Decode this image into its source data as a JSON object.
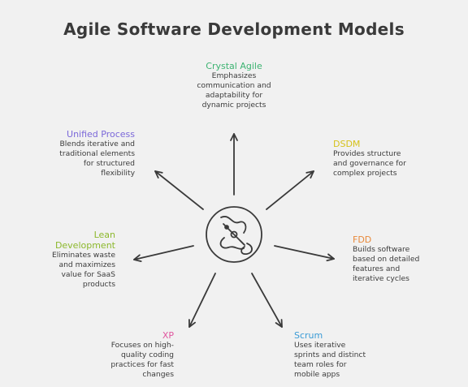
{
  "title": "Agile Software Development Models",
  "colors": {
    "background": "#f1f1f1",
    "stroke": "#3a3a3a",
    "crystal": "#3cb371",
    "dsdm": "#d6c21b",
    "fdd": "#e8893a",
    "scrum": "#3a9bd6",
    "xp": "#e0569f",
    "lean": "#8cb82c",
    "unified": "#7b68d9"
  },
  "center_icon": "workflow-icon",
  "models": {
    "crystal": {
      "title": "Crystal Agile",
      "desc": [
        "Emphasizes",
        "communication and",
        "adaptability for",
        "dynamic projects"
      ]
    },
    "dsdm": {
      "title": "DSDM",
      "desc": [
        "Provides structure",
        "and governance for",
        "complex projects"
      ]
    },
    "fdd": {
      "title": "FDD",
      "desc": [
        "Builds software",
        "based on detailed",
        "features and",
        "iterative cycles"
      ]
    },
    "scrum": {
      "title": "Scrum",
      "desc": [
        "Uses iterative",
        "sprints and distinct",
        "team roles for",
        "mobile apps"
      ]
    },
    "xp": {
      "title": "XP",
      "desc": [
        "Focuses on high-",
        "quality coding",
        "practices for fast",
        "changes"
      ]
    },
    "lean": {
      "title": [
        "Lean",
        "Development"
      ],
      "desc": [
        "Eliminates waste",
        "and maximizes",
        "value for SaaS",
        "products"
      ]
    },
    "unified": {
      "title": "Unified Process",
      "desc": [
        "Blends iterative and",
        "traditional elements",
        "for structured",
        "flexibility"
      ]
    }
  }
}
